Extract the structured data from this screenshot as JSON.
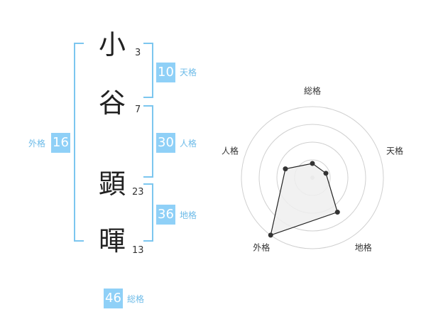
{
  "characters": [
    {
      "char": "小",
      "strokes": "3"
    },
    {
      "char": "谷",
      "strokes": "7"
    },
    {
      "char": "顕",
      "strokes": "23"
    },
    {
      "char": "暉",
      "strokes": "13"
    }
  ],
  "grid": {
    "tenkaku": {
      "value": "10",
      "label": "天格"
    },
    "jinkaku": {
      "value": "30",
      "label": "人格"
    },
    "chikaku": {
      "value": "36",
      "label": "地格"
    },
    "gaikaku": {
      "value": "16",
      "label": "外格"
    },
    "soukaku": {
      "value": "46",
      "label": "総格"
    }
  },
  "chart_data": {
    "type": "radar",
    "axes": [
      "総格",
      "天格",
      "地格",
      "外格",
      "人格"
    ],
    "values": [
      0.2,
      0.2,
      0.6,
      1.0,
      0.4
    ],
    "rings": 4,
    "colors": {
      "fill": "#efefef",
      "line": "#222222",
      "point": "#333333",
      "grid": "#d0d0d0"
    }
  }
}
